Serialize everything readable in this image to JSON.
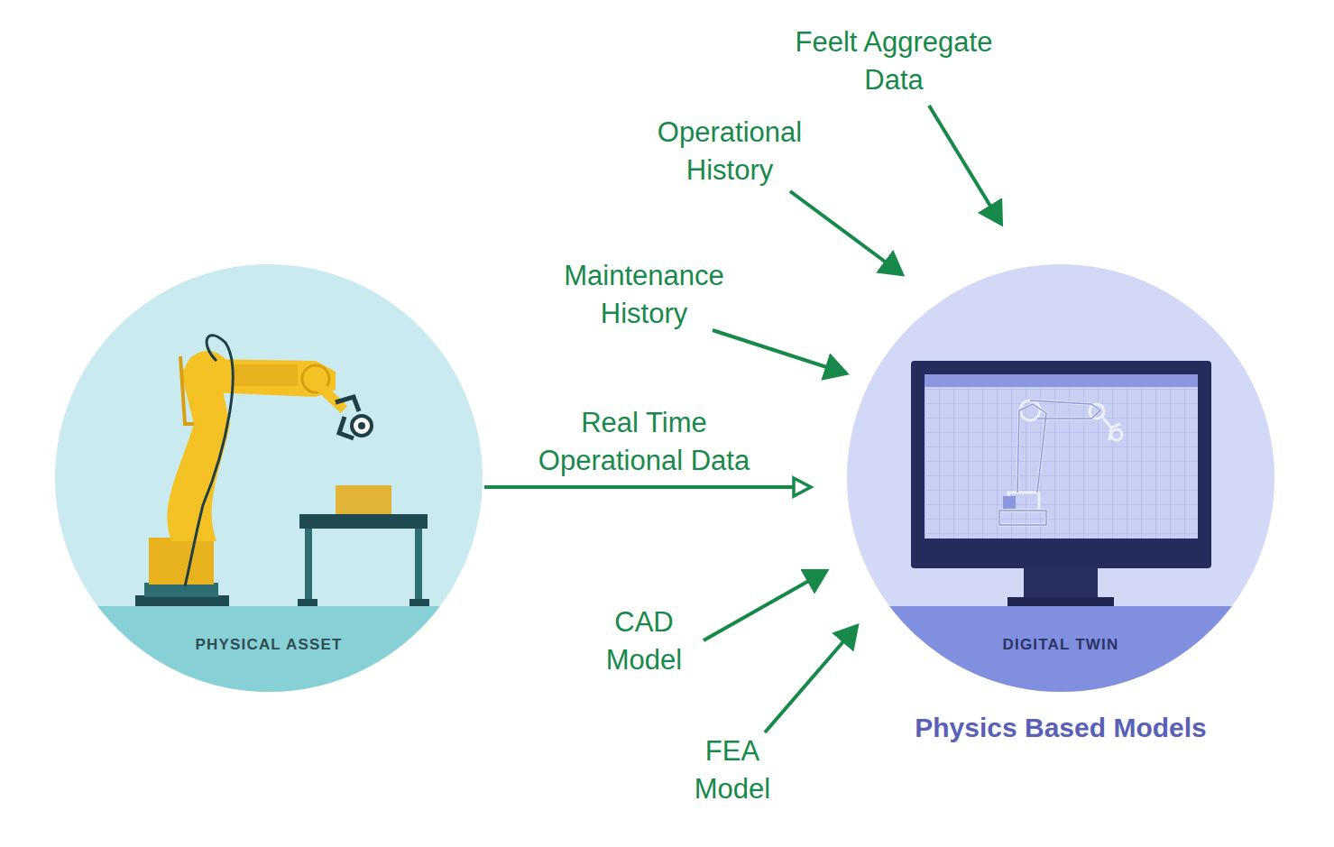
{
  "diagram": {
    "nodes": [
      {
        "text": [
          "PHYSICAL ASSET"
        ]
      },
      {
        "text": [
          "DIGITAL TWIN",
          "Physics Based Models"
        ]
      }
    ],
    "edges": [
      {
        "from": 0,
        "to": 1,
        "arrow": "to",
        "label": "Real Time Operational Data"
      }
    ],
    "labels": [
      "Feelt Aggregate Data",
      "Operational History",
      "Maintenance History",
      "CAD Model",
      "FEA Model"
    ]
  }
}
